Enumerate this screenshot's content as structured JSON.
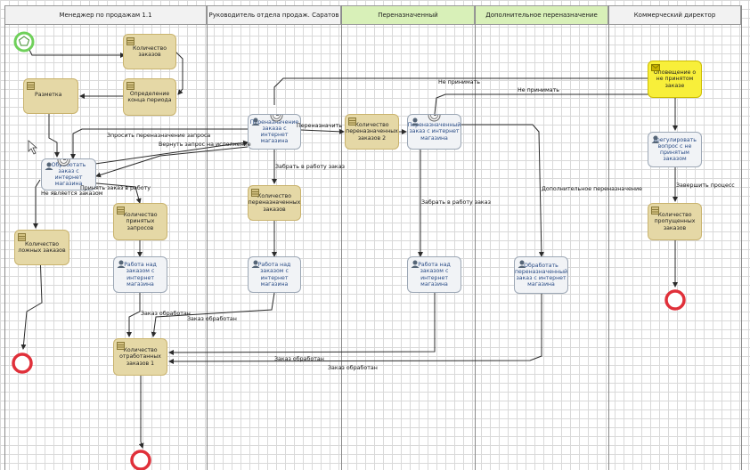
{
  "colors": {
    "lane_header_default": "#f2f2f2",
    "lane_header_green": "#d8f0b8",
    "data_task": "#e5d8a6",
    "user_task": "#f1f3f6",
    "alert_task": "#f8ef3a",
    "start_event": "#6fd05a",
    "end_event": "#e0303a",
    "connector": "#2b2b2b"
  },
  "lanes": [
    {
      "label": "Менеджер по продажам 1.1",
      "highlight": false
    },
    {
      "label": "Руководитель отдела продаж.  Саратов",
      "highlight": false
    },
    {
      "label": "Переназначенный",
      "highlight": true
    },
    {
      "label": "Дополнительное переназначение",
      "highlight": true
    },
    {
      "label": "Коммерческий директор",
      "highlight": false
    }
  ],
  "events": {
    "start": {
      "type": "start",
      "icon": "pentagon-icon"
    },
    "ends": [
      {
        "type": "end"
      },
      {
        "type": "end"
      },
      {
        "type": "end"
      }
    ]
  },
  "tasks": {
    "count_orders": "Количество заказов",
    "period_end": "Определение конца периода",
    "markup": "Разметка",
    "process_order": "Обработать заказ с интернет магазина",
    "false_orders": "Количество ложных заказов",
    "accepted_requests": "Количество принятых запросов",
    "work_order_1": "Работа над заказом с интернет магазина",
    "processed_orders": "Количество отработанных заказов 1",
    "reassign_order": "Переназначение заказа с интернет магазина",
    "reassigned_count": "Количество переназначенных заказов",
    "work_order_2": "Работа над заказом с интернет магазина",
    "reassigned_count_2": "Количество переназначенных заказов 2",
    "reassigned_order": "Переназначенный заказ с интернет магазина",
    "work_order_3": "Работа над заказом с интернет магазина",
    "process_reassigned": "Обработать переназначенный заказ с интернет магазина",
    "notify_unaccepted": "Оповещение о не принятом заказе",
    "regulate_unaccepted": "Урегулировать вопрос с не принятым заказом",
    "missed_orders": "Количество пропущенных заказов"
  },
  "flow_labels": {
    "request_reassign": "Зпросить переназначение запроса",
    "return_request": "Вернуть запрос на исполнение",
    "not_order": "Не является заказом",
    "accept_order": "Принять заказ в работу",
    "reassign": "Переназначить",
    "take_order_1": "Забрать в работу заказ",
    "take_order_2": "Забрать в работу заказ",
    "not_accept_1": "Не принимать",
    "not_accept_2": "Не принимать",
    "additional_reassign": "Дополнительное переназначение",
    "finish_process": "Завершить процесс",
    "done_1": "Заказ обработан",
    "done_2": "Заказ обработан",
    "done_3": "Заказ обработан",
    "done_4": "Заказ обработан"
  }
}
